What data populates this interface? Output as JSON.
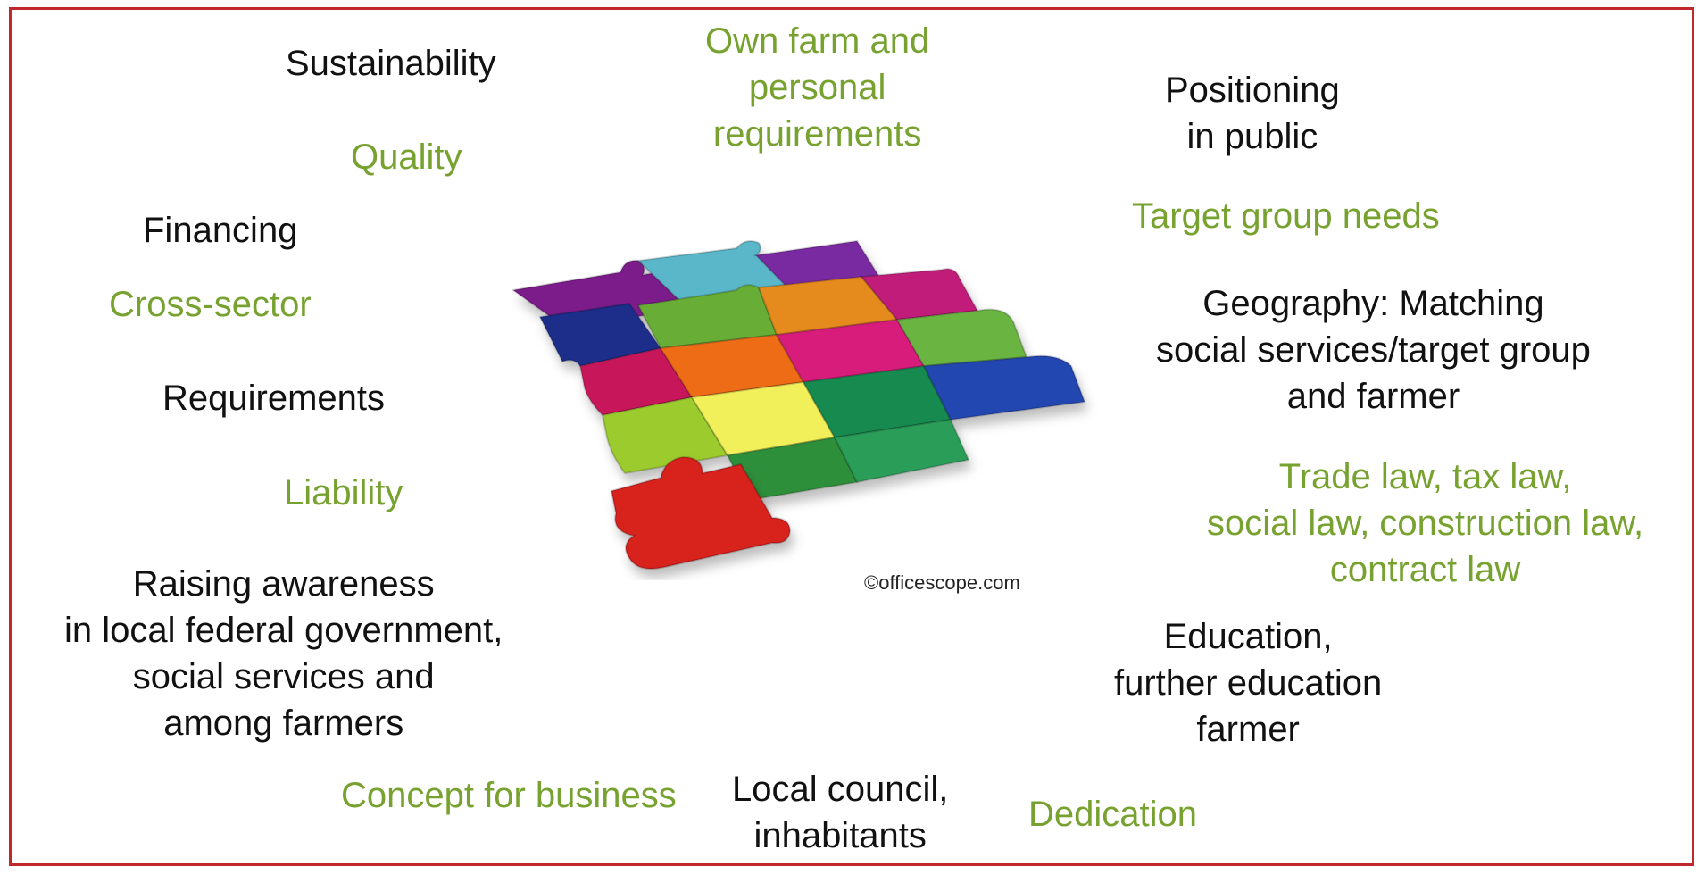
{
  "colors": {
    "frame": "#c0282d",
    "black_text": "#111111",
    "green_text": "#77a22f"
  },
  "labels": {
    "sustainability": "Sustainability",
    "own_farm": "Own farm and\npersonal\nrequirements",
    "positioning": "Positioning\nin public",
    "quality": "Quality",
    "financing": "Financing",
    "target_group": "Target group needs",
    "cross_sector": "Cross-sector",
    "geography": "Geography: Matching\nsocial services/target group\nand farmer",
    "requirements": "Requirements",
    "liability": "Liability",
    "law": "Trade law, tax law,\nsocial law, construction law,\ncontract law",
    "raising": "Raising awareness\nin local federal government,\nsocial services and\namong farmers",
    "education": "Education,\nfurther education\nfarmer",
    "concept": "Concept for business",
    "council": "Local council,\ninhabitants",
    "dedication": "Dedication"
  },
  "image": {
    "credit": "©officescope.com",
    "subject": "puzzle-image"
  }
}
